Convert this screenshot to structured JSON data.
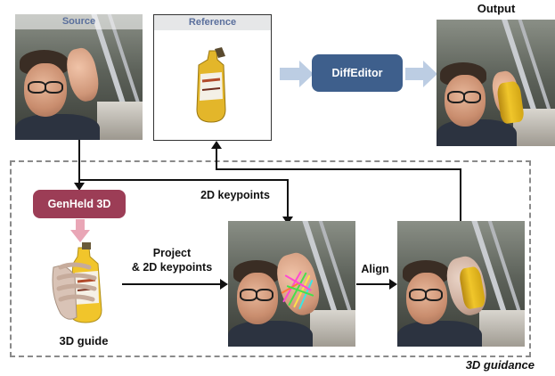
{
  "labels": {
    "source": "Source",
    "reference": "Reference",
    "output": "Output",
    "diffeditor": "DiffEditor",
    "genheld": "GenHeld 3D",
    "guide_3d": "3D guide",
    "project_line1": "Project",
    "project_line2": "& 2D keypoints",
    "keypoints_2d": "2D keypoints",
    "align": "Align",
    "guidance_3d": "3D guidance"
  },
  "colors": {
    "diffeditor_bg": "#3e5f8c",
    "genheld_bg": "#9c3d56",
    "soft_arrow": "#bccde3",
    "pink_arrow": "#e9a6b6",
    "dashed": "#8a8a8a",
    "strip_text": "#5a6f9c",
    "keypoint_colors": [
      "#ff4ad2",
      "#45e04a",
      "#ffe347",
      "#39e6e6",
      "#ff7a3a"
    ]
  }
}
